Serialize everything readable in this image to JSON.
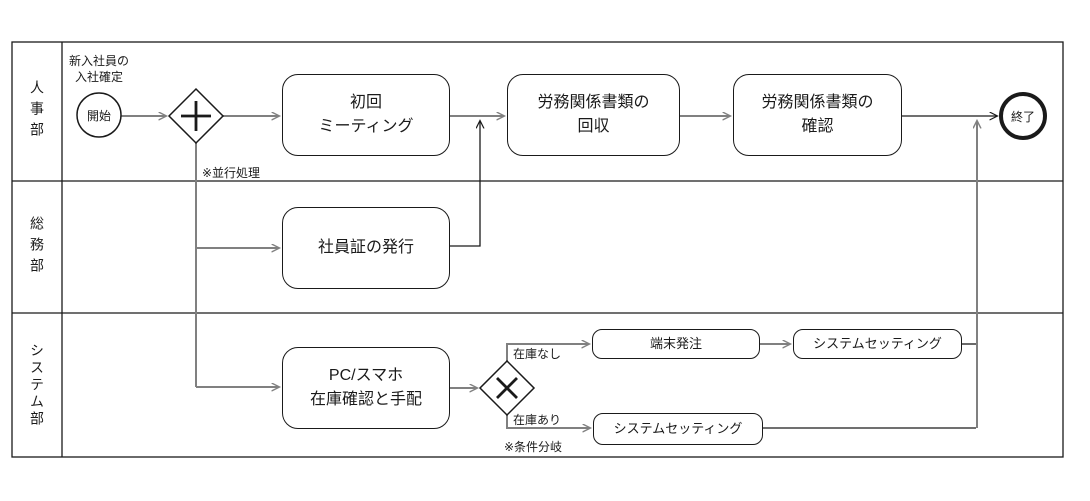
{
  "colors": {
    "connector": "#808080",
    "outline": "#1a1a1a"
  },
  "lanes": [
    {
      "label": "人事部"
    },
    {
      "label": "総務部"
    },
    {
      "label": "システム部"
    }
  ],
  "events": {
    "start_label": "開始",
    "end_label": "終了"
  },
  "notes": {
    "start_trigger_line1": "新入社員の",
    "start_trigger_line2": "入社確定",
    "parallel": "※並行処理",
    "conditional": "※条件分岐"
  },
  "tasks": {
    "first_meeting": {
      "line1": "初回",
      "line2": "ミーティング"
    },
    "collect_labor_docs": {
      "line1": "労務関係書類の",
      "line2": "回収"
    },
    "check_labor_docs": {
      "line1": "労務関係書類の",
      "line2": "確認"
    },
    "issue_id_card": {
      "line1": "社員証の発行"
    },
    "pc_stock_check": {
      "line1": "PC/スマホ",
      "line2": "在庫確認と手配"
    },
    "order_terminal": {
      "line1": "端末発注"
    },
    "system_setting_no_stock": {
      "line1": "システムセッティング"
    },
    "system_setting_in_stock": {
      "line1": "システムセッティング"
    }
  },
  "edge_labels": {
    "no_stock": "在庫なし",
    "in_stock": "在庫あり"
  }
}
